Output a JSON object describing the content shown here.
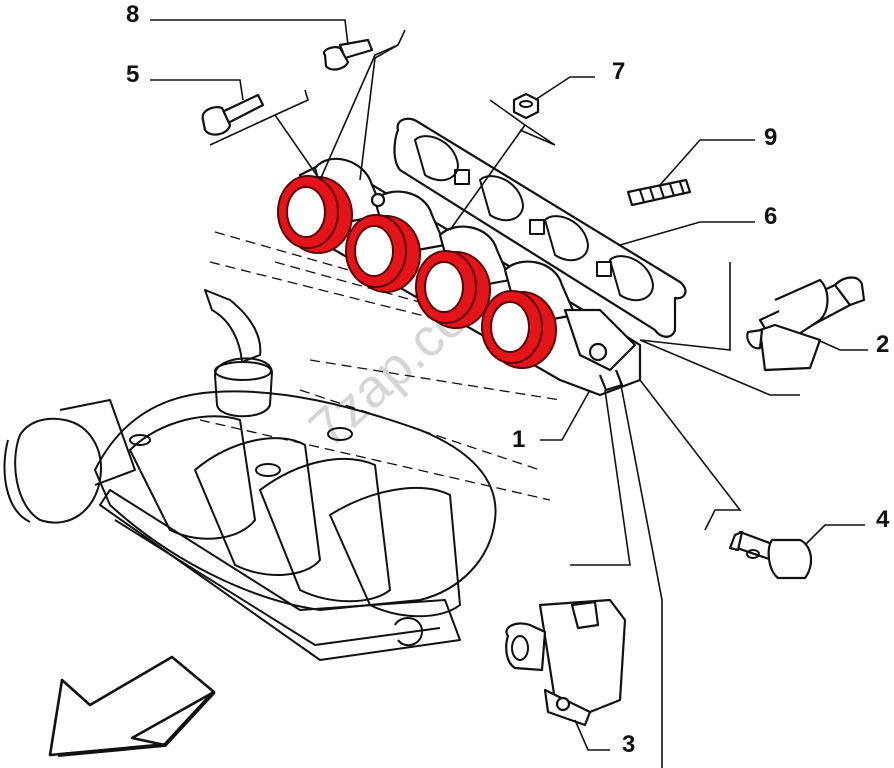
{
  "diagram": {
    "callouts": {
      "c1": "1",
      "c2": "2",
      "c3": "3",
      "c4": "4",
      "c5": "5",
      "c6": "6",
      "c7": "7",
      "c8": "8",
      "c9": "9"
    },
    "watermark": "7zap.com",
    "highlight_color": "#e4141b",
    "line_color": "#111111"
  }
}
